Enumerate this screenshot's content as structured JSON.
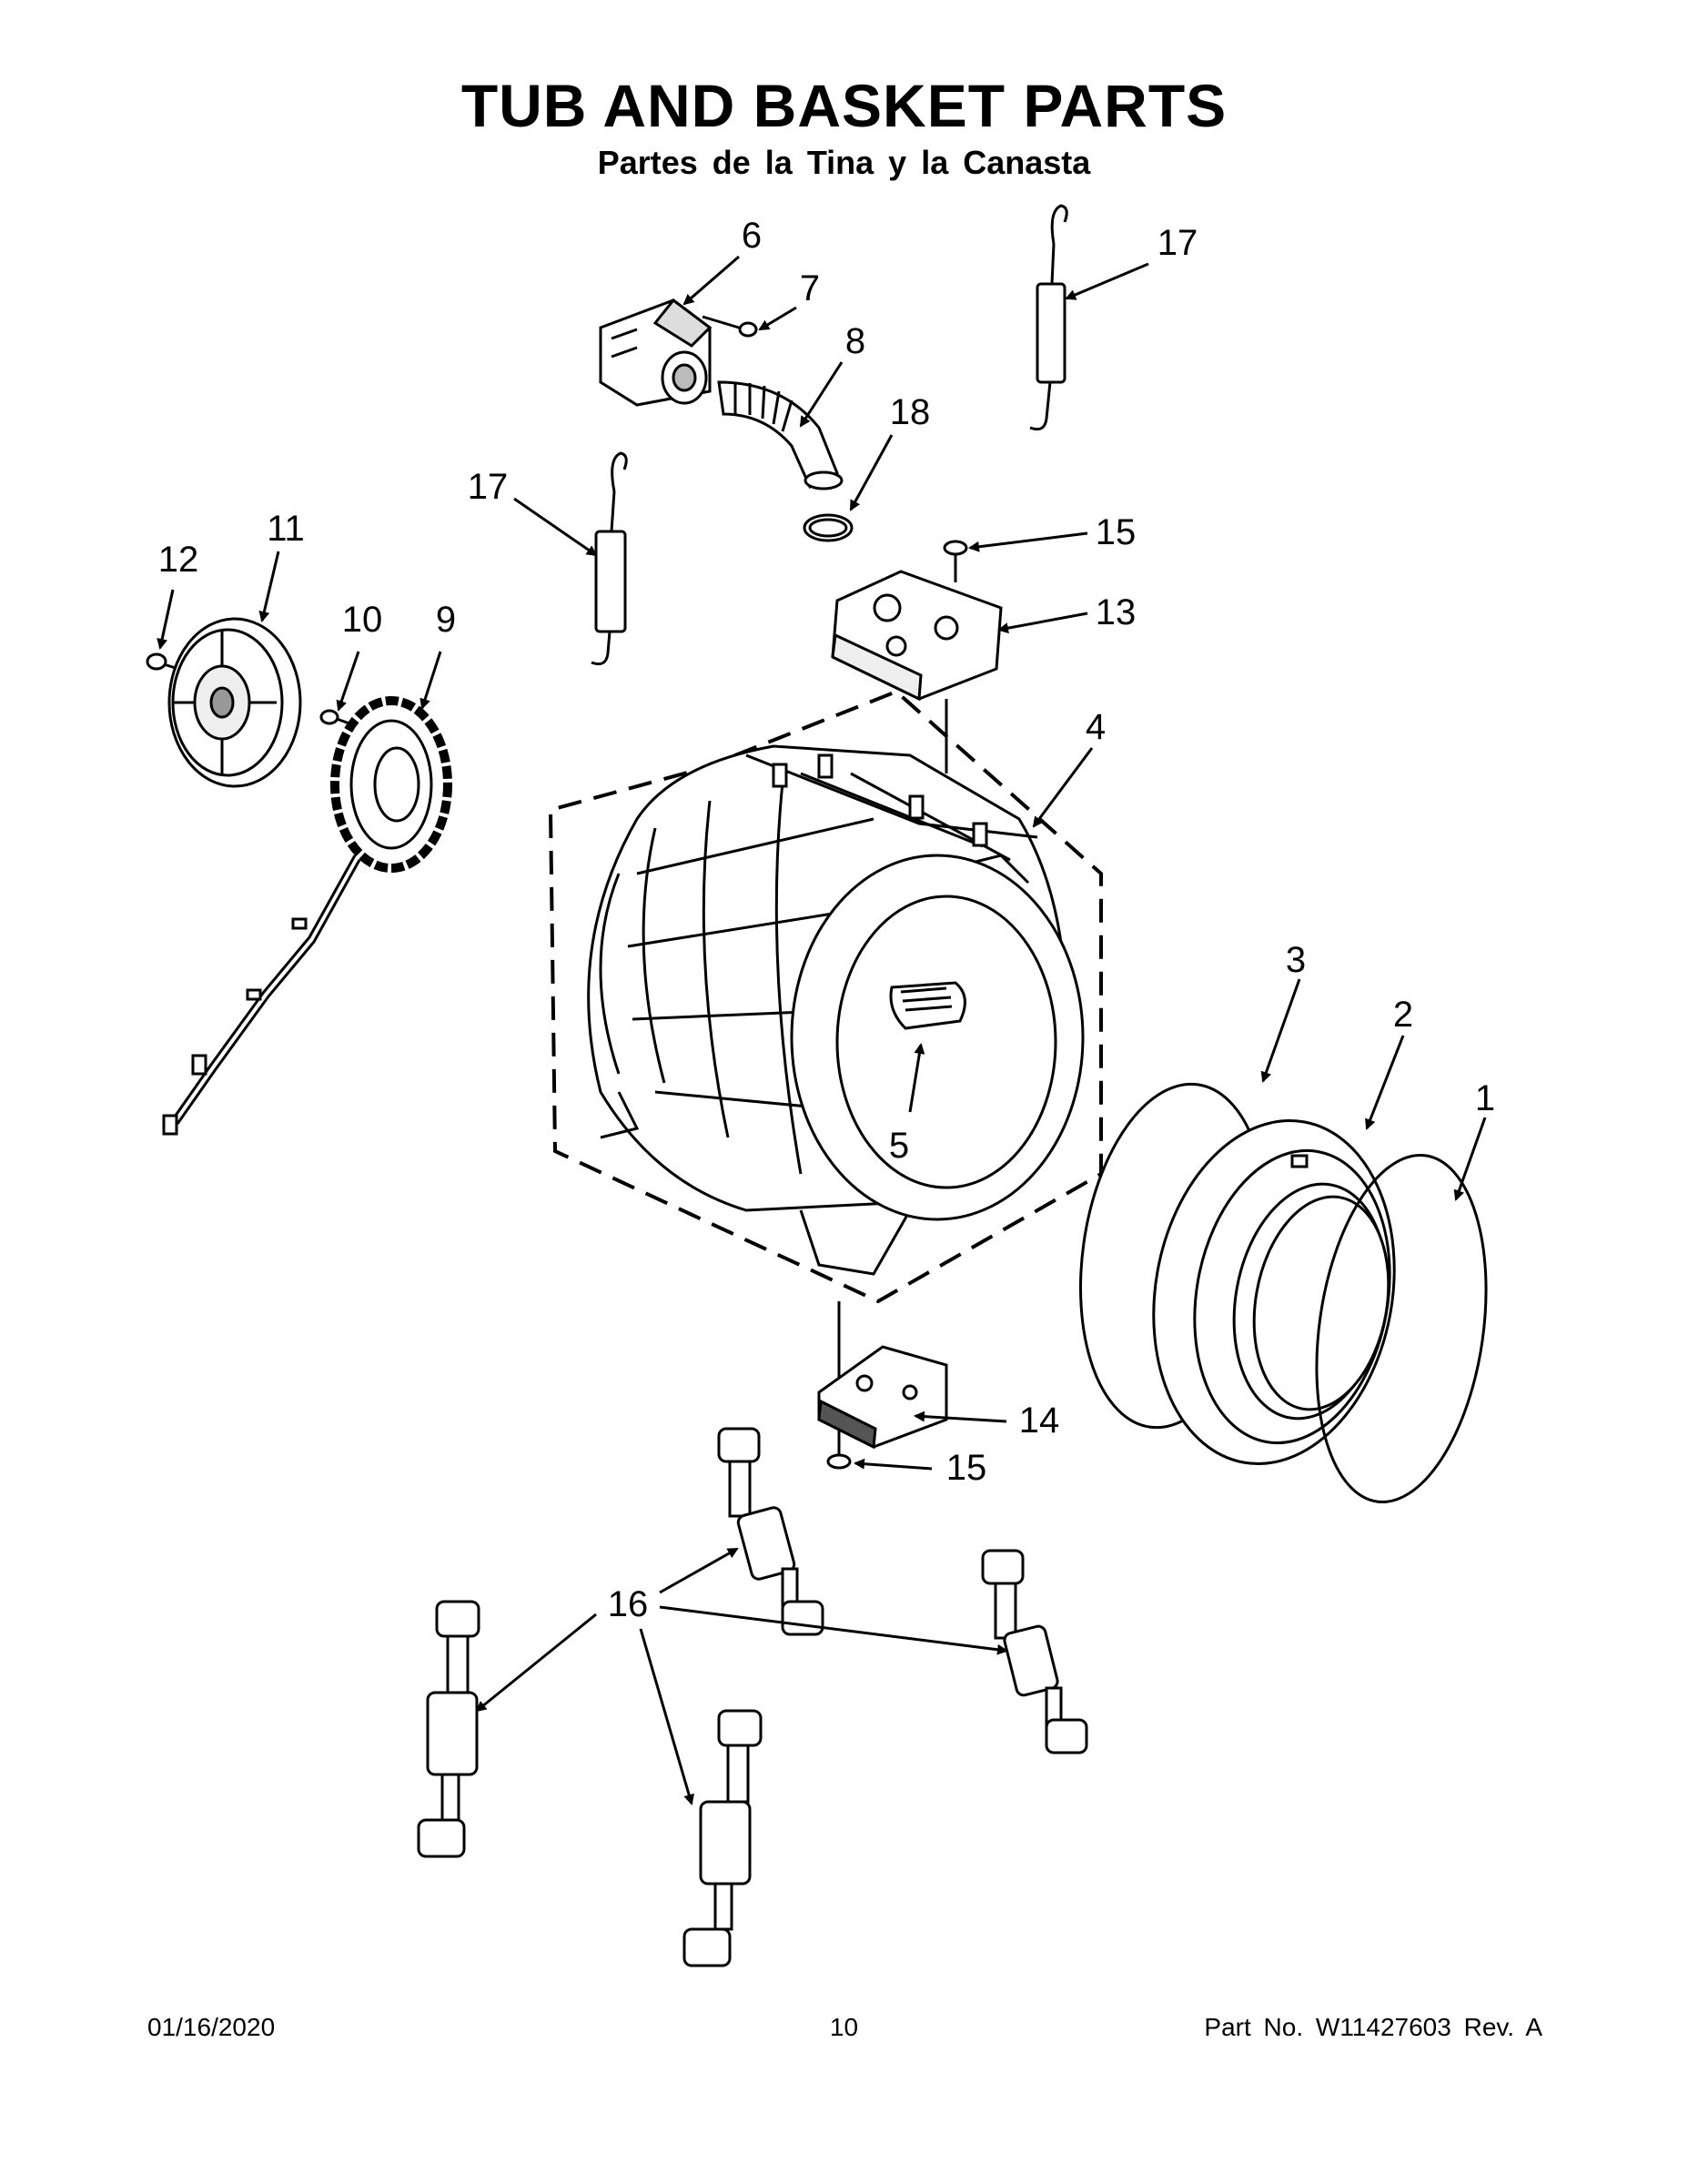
{
  "header": {
    "title": "TUB AND BASKET PARTS",
    "subtitle": "Partes de la Tina y la Canasta"
  },
  "callouts": {
    "c1": "1",
    "c2": "2",
    "c3": "3",
    "c4": "4",
    "c5": "5",
    "c6": "6",
    "c7": "7",
    "c8": "8",
    "c9": "9",
    "c10": "10",
    "c11": "11",
    "c12": "12",
    "c13": "13",
    "c14": "14",
    "c15a": "15",
    "c15b": "15",
    "c16": "16",
    "c17a": "17",
    "c17b": "17",
    "c18": "18"
  },
  "footer": {
    "date": "01/16/2020",
    "page": "10",
    "part_no": "Part No.  W11427603  Rev.  A"
  }
}
